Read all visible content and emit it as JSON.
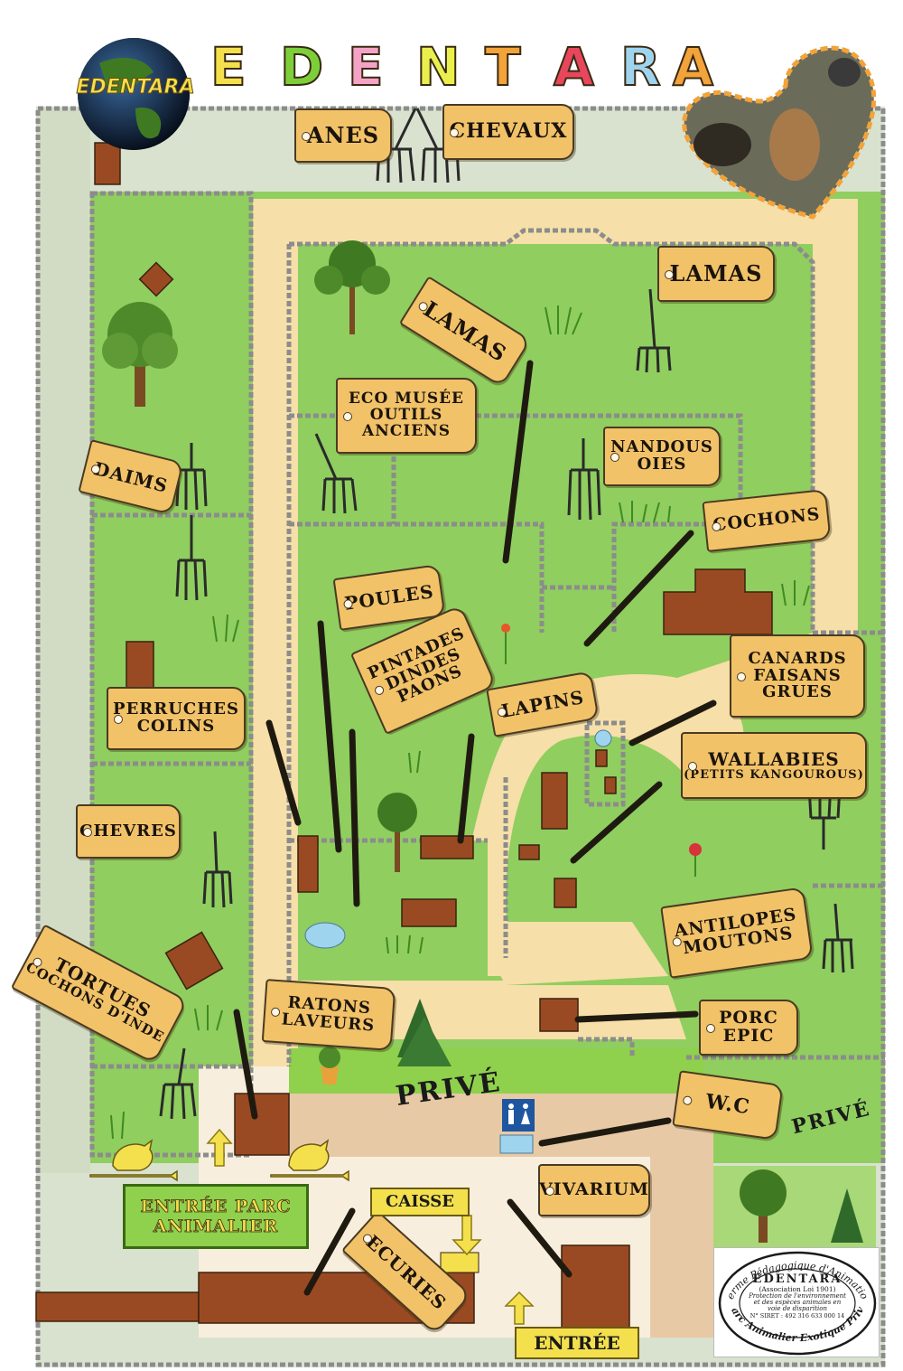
{
  "header": {
    "title_letters": [
      "E",
      "D",
      "E",
      "N",
      "T",
      "A",
      "R",
      "A"
    ],
    "title_colors": [
      "#f4e04d",
      "#7dcf3a",
      "#f4a3c7",
      "#e9f04e",
      "#f2a33a",
      "#e8465c",
      "#9fd4ef",
      "#f2a33a"
    ],
    "logo_text": "EDENTARA"
  },
  "labels": {
    "anes": "ANES",
    "chevaux": "CHEVAUX",
    "lamas_1": "LAMAS",
    "lamas_2": "LAMAS",
    "eco_musee": [
      "ECO MUSÉE",
      "OUTILS",
      "ANCIENS"
    ],
    "nandous": [
      "NANDOUS",
      "OIES"
    ],
    "daims": "DAIMS",
    "cochons": "COCHONS",
    "poules": "POULES",
    "pintades": [
      "PINTADES",
      "DINDES",
      "PAONS"
    ],
    "canards": [
      "CANARDS",
      "FAISANS",
      "GRUES"
    ],
    "lapins": "LAPINS",
    "perruches": [
      "PERRUCHES",
      "COLINS"
    ],
    "wallabies": [
      "WALLABIES",
      "(PETITS KANGOUROUS)"
    ],
    "chevres": "CHEVRES",
    "antilopes": [
      "ANTILOPES",
      "MOUTONS"
    ],
    "tortues": [
      "TORTUES",
      "COCHONS D'INDE"
    ],
    "ratons": [
      "RATONS",
      "LAVEURS"
    ],
    "porc_epic": [
      "PORC",
      "EPIC"
    ],
    "prive_1": "PRIVÉ",
    "prive_2": "PRIVÉ",
    "wc": "W.C",
    "entree_parc": [
      "ENTRÉE PARC",
      "ANIMALIER"
    ],
    "caisse": "CAISSE",
    "vivarium": "VIVARIUM",
    "ecuries": "ECURIES",
    "entree": "ENTRÉE"
  },
  "stamp": {
    "arc_top": "Ferme Pédagogique d'Animation",
    "name": "EDENTARA",
    "assoc": "(Association Loi 1901)",
    "line1": "Protection de l'environnement",
    "line2": "et des espèces animales en",
    "line3": "voie de disparition",
    "siret": "N° SIRET : 492 316 633 000 14",
    "arc_bottom": "Parc Animalier Exotique Privé"
  },
  "colors": {
    "grass": "#8fce5f",
    "grass_light": "#a8d877",
    "path": "#f6dfa8",
    "border_grey": "#d9e2cf",
    "building": "#9a4a22",
    "tag_fill": "#f2c269",
    "entrance_green": "#8fd04c",
    "private_area": "#e8c9a6"
  }
}
